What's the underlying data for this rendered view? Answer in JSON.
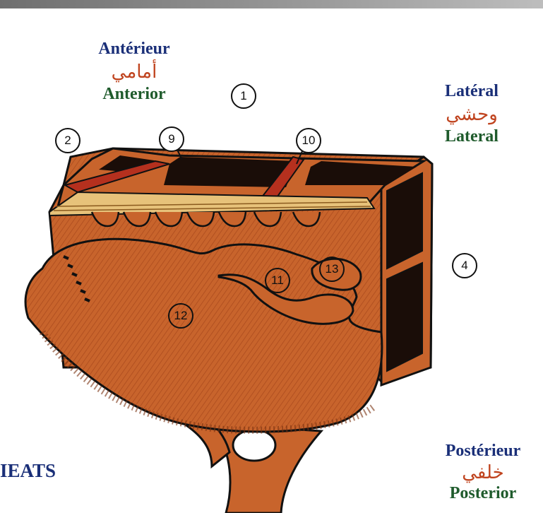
{
  "orientation": {
    "anterior": {
      "fr": "Antérieur",
      "ar": "أمامي",
      "en": "Anterior"
    },
    "lateral": {
      "fr": "Latéral",
      "ar": "وحشي",
      "en": "Lateral"
    },
    "posterior": {
      "fr": "Postérieur",
      "ar": "خلفي",
      "en": "Posterior"
    }
  },
  "numbers": {
    "n1": "1",
    "n2": "2",
    "n4": "4",
    "n9": "9",
    "n10": "10",
    "n11": "11",
    "n12": "12",
    "n13": "13"
  },
  "caption": "IEATS",
  "colors": {
    "bone": "#c8642c",
    "bone_dark": "#9a4218",
    "cavity": "#1a0d08",
    "red_edge": "#b5301e",
    "label_blue": "#1a2f78",
    "label_red": "#c0441f",
    "label_green": "#1f5b2c"
  }
}
